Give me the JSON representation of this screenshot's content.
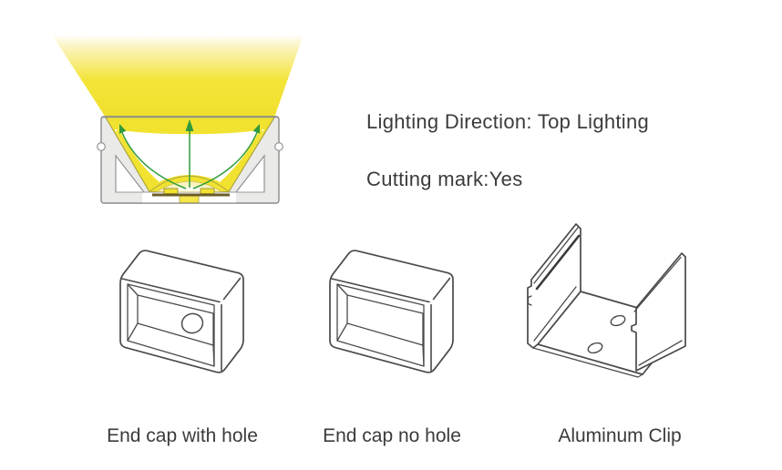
{
  "info": {
    "line1": "Lighting Direction: Top Lighting",
    "line2": "Cutting mark:Yes"
  },
  "accessories": [
    {
      "label": "End cap with hole",
      "drawing": "end-cap-with-hole-drawing"
    },
    {
      "label": "End cap no hole",
      "drawing": "end-cap-no-hole-drawing"
    },
    {
      "label": "Aluminum Clip",
      "drawing": "aluminum-clip-drawing"
    }
  ],
  "colors": {
    "beam_yellow": "#F1E230",
    "beam_fade_top": "#FFFFFF",
    "arrow_green": "#2F9B3C",
    "profile_gray": "#EAEAE8",
    "profile_outline": "#8B8B8B",
    "pcb_dark": "#6B5D26",
    "line_art": "#4A4A4A",
    "text": "#3B3B3B",
    "background": "#FFFFFF"
  }
}
